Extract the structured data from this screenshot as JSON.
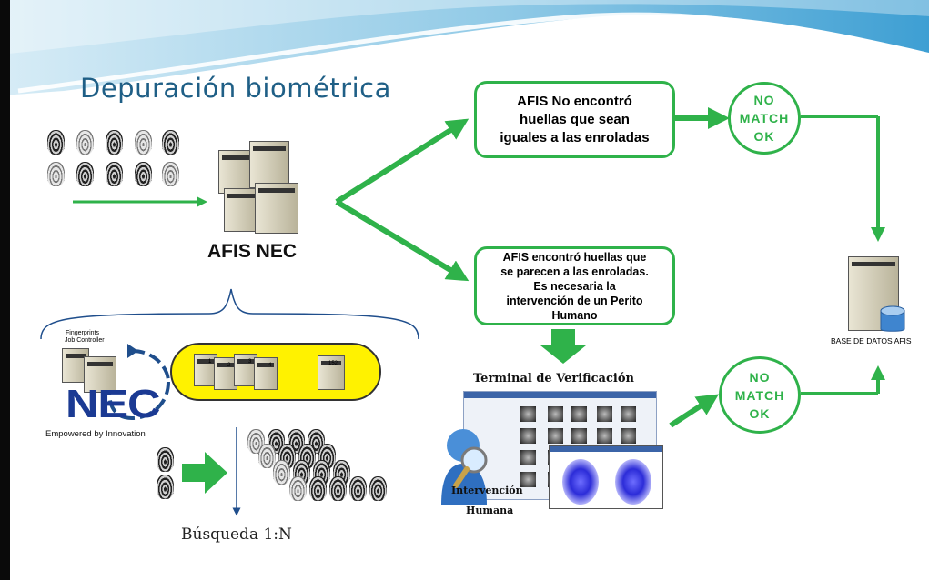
{
  "slide": {
    "title": "Depuración biométrica",
    "afis_label": "AFIS NEC",
    "nec_logo": "NEC",
    "nec_tagline": "Empowered by Innovation",
    "controller_label_1": "Fingerprints",
    "controller_label_2": "Job Controller",
    "server_numbers": [
      "1",
      "2",
      "3",
      "4",
      "152"
    ],
    "search_label": "Búsqueda 1:N",
    "terminal_title": "Terminal de Verificación",
    "intervention_1": "Intervención",
    "intervention_2": "Humana",
    "database_label": "BASE DE DATOS AFIS",
    "box_no_match": {
      "line1": "AFIS No encontró",
      "line2": "huellas que sean",
      "line3": "iguales a las enroladas"
    },
    "box_match": {
      "line1": "AFIS encontró huellas que",
      "line2": "se parecen a las enroladas.",
      "line3": "Es necesaria la",
      "line4": "intervención de un Perito",
      "line5": "Humano"
    },
    "circle_top": {
      "l1": "NO",
      "l2": "MATCH",
      "l3": "OK"
    },
    "circle_bottom": {
      "l1": "NO",
      "l2": "MATCH",
      "l3": "OK"
    }
  },
  "colors": {
    "accent_green": "#2fb24a",
    "title_blue": "#1f5f86",
    "arrow_blue": "#1f4e8c",
    "nec_blue": "#1b3a93",
    "yellow": "#fff200"
  },
  "icons": [
    "fingerprint-icon",
    "server-icon",
    "database-icon",
    "magnifier-user-icon",
    "cycle-arrows-icon"
  ]
}
